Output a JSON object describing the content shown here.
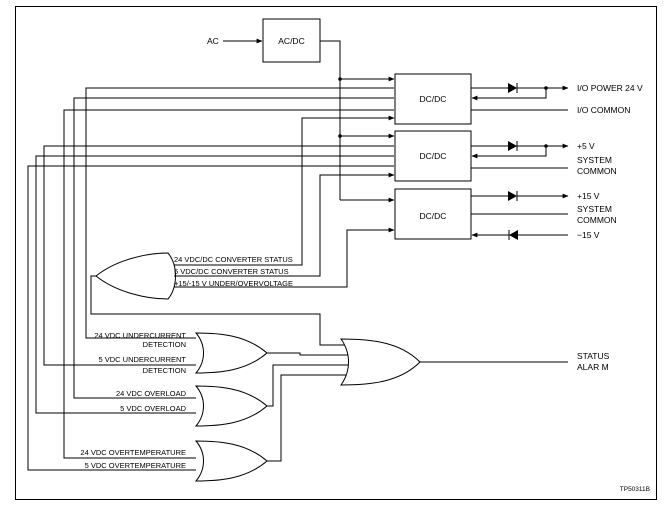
{
  "diagram": {
    "blocks": {
      "acdc": "AC/DC",
      "dcdc1": "DC/DC",
      "dcdc2": "DC/DC",
      "dcdc3": "DC/DC"
    },
    "inputs": {
      "ac": "AC"
    },
    "outputs": {
      "io_power": "I/O POWER 24 V",
      "io_common": "I/O COMMON",
      "plus5": "+5 V",
      "system_common_1a": "SYSTEM",
      "system_common_1b": "COMMON",
      "plus15": "+15 V",
      "system_common_2a": "SYSTEM",
      "system_common_2b": "COMMON",
      "minus15": "−15 V",
      "status_alarm_a": "STATUS",
      "status_alarm_b": "ALAR M"
    },
    "status_gate_inputs": {
      "conv24": "24 VDC/DC CONVERTER STATUS",
      "conv5": "5 VDC/DC CONVERTER STATUS",
      "pm15": "+15/-15 V UNDER/OVERVOLTAGE"
    },
    "alarm_inputs": {
      "under24_a": "24 VDC UNDERCURRENT",
      "under24_b": "DETECTION",
      "under5_a": "5 VDC UNDERCURRENT",
      "under5_b": "DETECTION",
      "over24": "24 VDC OVERLOAD",
      "over5": "5 VDC OVERLOAD",
      "temp24": "24 VDC OVERTEMPERATURE",
      "temp5": "5 VDC OVERTEMPERATURE"
    },
    "figure_id": "TP50311B"
  }
}
